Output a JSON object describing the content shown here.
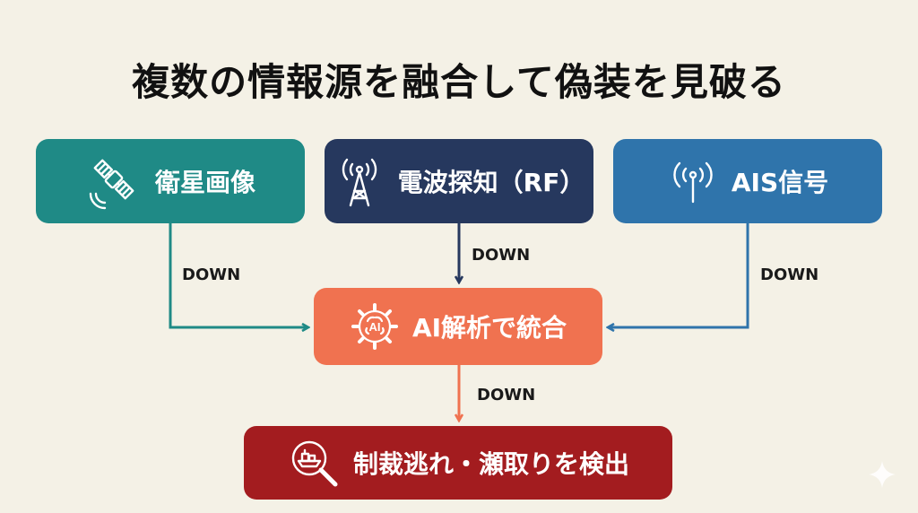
{
  "title": "複数の情報源を融合して偽装を見破る",
  "nodes": {
    "satellite": {
      "label": "衛星画像",
      "icon": "satellite-icon",
      "color": "#1f8a86"
    },
    "rf": {
      "label": "電波探知（RF）",
      "icon": "radio-tower-icon",
      "color": "#26385e"
    },
    "ais": {
      "label": "AIS信号",
      "icon": "antenna-icon",
      "color": "#2f74ab"
    },
    "ai": {
      "label": "AI解析で統合",
      "icon": "ai-brain-gear-icon",
      "color": "#f07250"
    },
    "detect": {
      "label": "制裁逃れ・瀬取りを検出",
      "icon": "magnifier-ship-icon",
      "color": "#a31c1f"
    }
  },
  "edges": [
    {
      "from": "satellite",
      "to": "ai",
      "label": "DOWN"
    },
    {
      "from": "rf",
      "to": "ai",
      "label": "DOWN"
    },
    {
      "from": "ais",
      "to": "ai",
      "label": "DOWN"
    },
    {
      "from": "ai",
      "to": "detect",
      "label": "DOWN"
    }
  ]
}
